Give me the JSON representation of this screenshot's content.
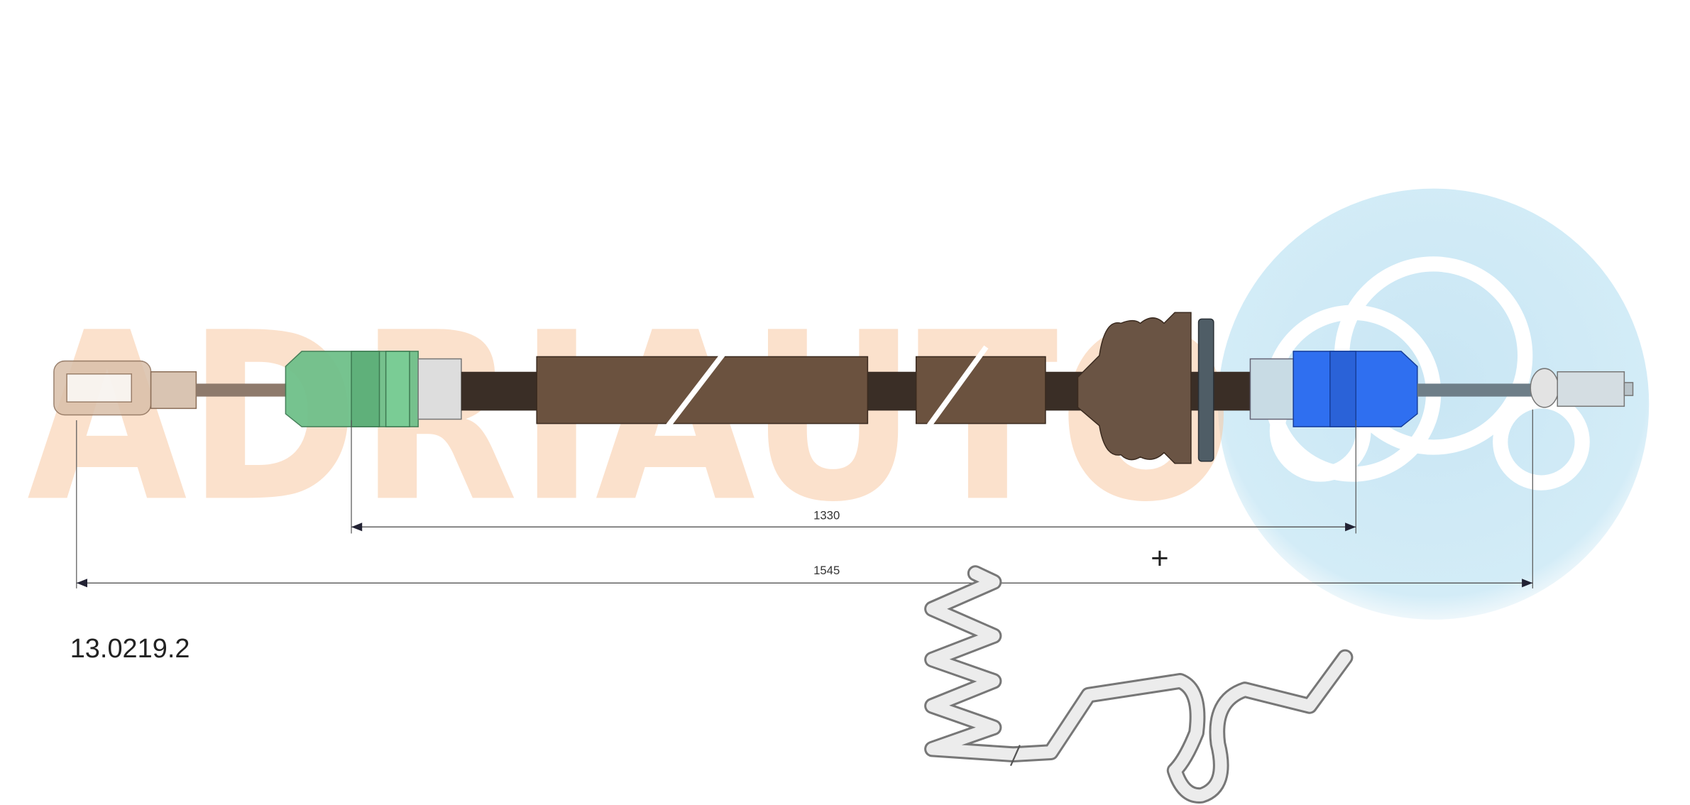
{
  "part_number": "13.0219.2",
  "watermark": "ADRIAUTO",
  "dimensions": [
    {
      "label": "1330"
    },
    {
      "label": "1545"
    }
  ],
  "colors": {
    "watermark_letters": "#f8c9a4",
    "logo_circle": "#cfe9f5",
    "green_fitting": "#6fc08a",
    "blue_fitting": "#2f6ff0",
    "sleeve_brown": "#6b523f",
    "inner_cable": "#2e2a26",
    "boot": "#6a5444"
  }
}
